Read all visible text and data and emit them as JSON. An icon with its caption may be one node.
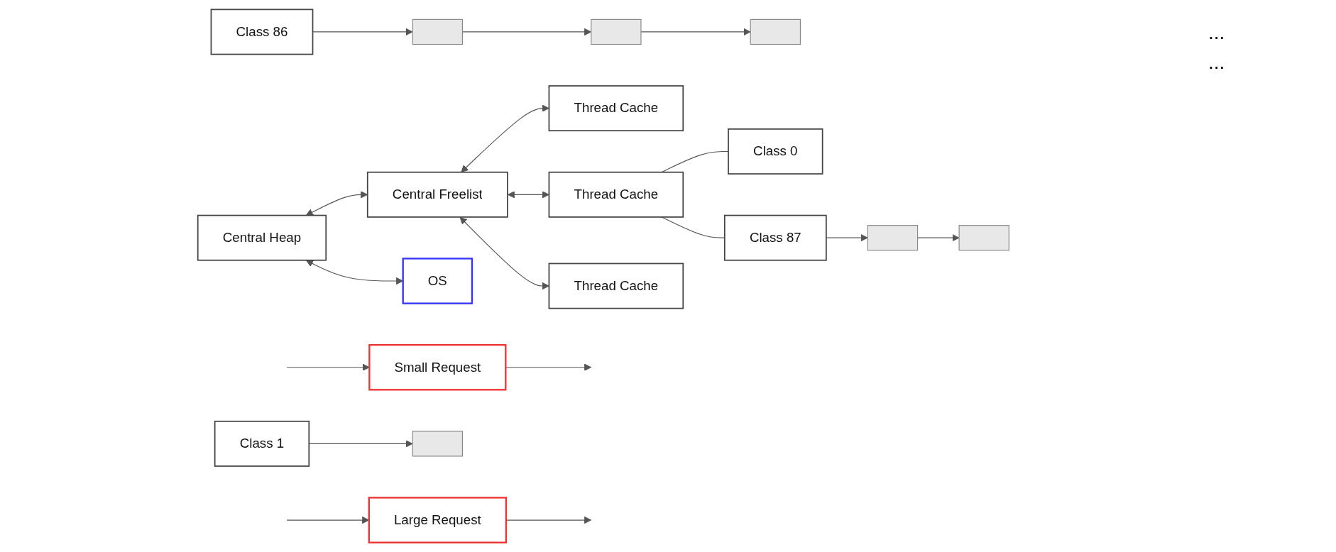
{
  "diagram": {
    "nodes": [
      {
        "text": [
          "Small Request"
        ]
      },
      {
        "text": [
          "Large Request"
        ]
      },
      {
        "text": [
          "Thread Cache"
        ]
      },
      {
        "text": [
          "Central Heap"
        ]
      },
      {
        "text": [
          "Central Freelist"
        ]
      },
      {
        "text": [
          "Thread Cache"
        ]
      },
      {
        "text": [
          "OS"
        ]
      },
      {
        "text": [
          "Thread Cache"
        ]
      },
      {
        "text": [
          "Class 0"
        ]
      },
      {
        "text": [
          "Class 1"
        ]
      },
      {
        "text": [
          "Class 86"
        ]
      },
      {
        "text": [
          "Class 87"
        ]
      },
      {
        "text": [],
        "shape": "box"
      },
      {
        "text": [],
        "shape": "box"
      },
      {
        "text": [],
        "shape": "box"
      },
      {
        "text": [],
        "shape": "box"
      },
      {
        "text": [],
        "shape": "box"
      },
      {
        "text": [],
        "shape": "box"
      }
    ],
    "edges": [
      {
        "from": null,
        "to": 0,
        "arrow": "to"
      },
      {
        "from": 0,
        "to": null,
        "arrow": "to"
      },
      {
        "from": null,
        "to": 1,
        "arrow": "to"
      },
      {
        "from": 1,
        "to": null,
        "arrow": "to"
      },
      {
        "from": 3,
        "to": 4,
        "arrow": "both"
      },
      {
        "from": 3,
        "to": 6,
        "arrow": "both"
      },
      {
        "from": 4,
        "to": 2,
        "arrow": "both"
      },
      {
        "from": 4,
        "to": 5,
        "arrow": "both"
      },
      {
        "from": 4,
        "to": 7,
        "arrow": "both"
      },
      {
        "from": 5,
        "to": 8,
        "arrow": "none"
      },
      {
        "from": 5,
        "to": 11,
        "arrow": "none"
      },
      {
        "from": 9,
        "to": 12,
        "arrow": "to"
      },
      {
        "from": 10,
        "to": 13,
        "arrow": "to"
      },
      {
        "from": 13,
        "to": 14,
        "arrow": "to"
      },
      {
        "from": 14,
        "to": 15,
        "arrow": "to"
      },
      {
        "from": 11,
        "to": 16,
        "arrow": "to"
      },
      {
        "from": 16,
        "to": 17,
        "arrow": "to"
      }
    ],
    "labels": [
      "...",
      "..."
    ]
  }
}
